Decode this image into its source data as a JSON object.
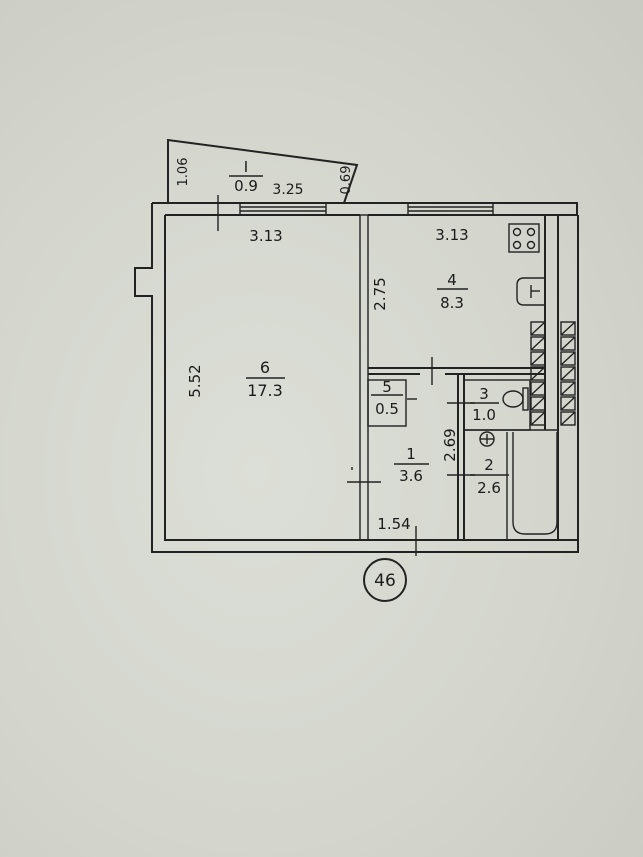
{
  "plan_number": "46",
  "balcony": {
    "label": "I",
    "area": "0.9",
    "dims": [
      "1.06",
      "3.25",
      "0.69"
    ]
  },
  "rooms": [
    {
      "number": "6",
      "area": "17.3"
    },
    {
      "number": "4",
      "area": "8.3"
    },
    {
      "number": "5",
      "area": "0.5"
    },
    {
      "number": "3",
      "area": "1.0"
    },
    {
      "number": "1",
      "area": "3.6"
    },
    {
      "number": "2",
      "area": "2.6"
    }
  ],
  "dimensions": {
    "room6_width": "3.13",
    "room6_length": "5.52",
    "kitchen_width": "3.13",
    "kitchen_depth": "2.75",
    "hall_depth": "2.69",
    "hall_width": "1.54"
  }
}
